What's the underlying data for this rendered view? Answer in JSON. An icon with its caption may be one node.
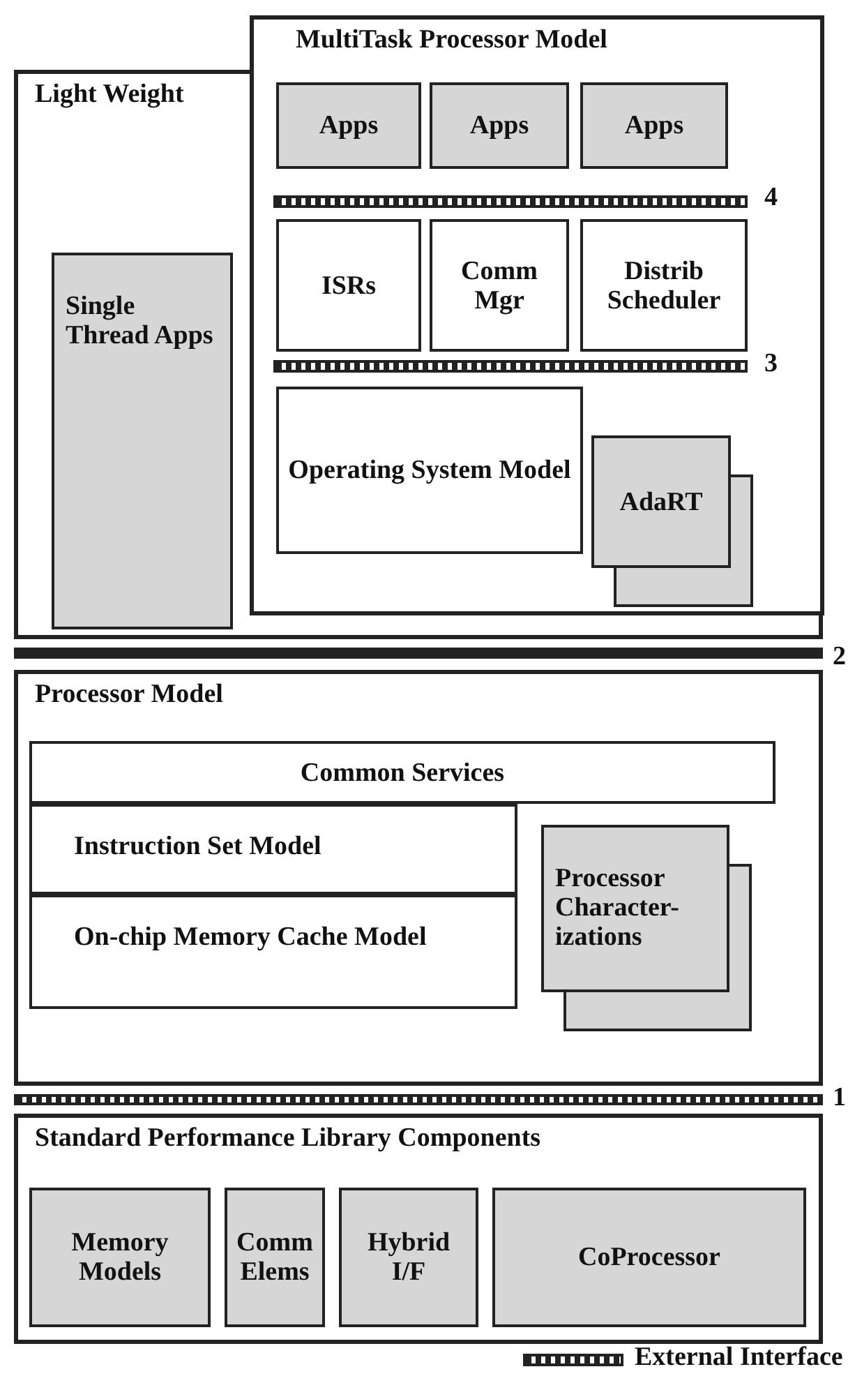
{
  "diagram": {
    "nodes": [
      {
        "text": [
          "Light Weight"
        ]
      },
      {
        "text": [
          "Single Thread Apps"
        ],
        "in": 0
      },
      {
        "text": [
          "MultiTask Processor Model"
        ],
        "in": 0
      },
      {
        "text": [
          "Apps"
        ],
        "in": 2
      },
      {
        "text": [
          "Apps"
        ],
        "in": 2
      },
      {
        "text": [
          "Apps"
        ],
        "in": 2
      },
      {
        "text": [
          "ISRs"
        ],
        "in": 2
      },
      {
        "text": [
          "Comm Mgr"
        ],
        "in": 2
      },
      {
        "text": [
          "Distrib Scheduler"
        ],
        "in": 2
      },
      {
        "text": [
          "Operating System Model"
        ],
        "in": 2
      },
      {
        "text": [
          "AdaRT"
        ],
        "in": 2
      },
      {
        "text": [
          "Processor Model"
        ]
      },
      {
        "text": [
          "Common Services"
        ],
        "in": 11
      },
      {
        "text": [
          "Instruction Set Model"
        ],
        "in": 11
      },
      {
        "text": [
          "On-chip Memory Cache Model"
        ],
        "in": 11
      },
      {
        "text": [
          "Processor Character-izations"
        ],
        "in": 11
      },
      {
        "text": [
          "Standard Performance Library Components"
        ]
      },
      {
        "text": [
          "Memory Models"
        ],
        "in": 16
      },
      {
        "text": [
          "Comm Elems"
        ],
        "in": 16
      },
      {
        "text": [
          "Hybrid I/F"
        ],
        "in": 16
      },
      {
        "text": [
          "CoProcessor"
        ],
        "in": 16
      }
    ],
    "edges": [],
    "labels": [
      "4",
      "3",
      "2",
      "1"
    ],
    "legend": [
      {
        "text": "External Interface"
      }
    ]
  }
}
